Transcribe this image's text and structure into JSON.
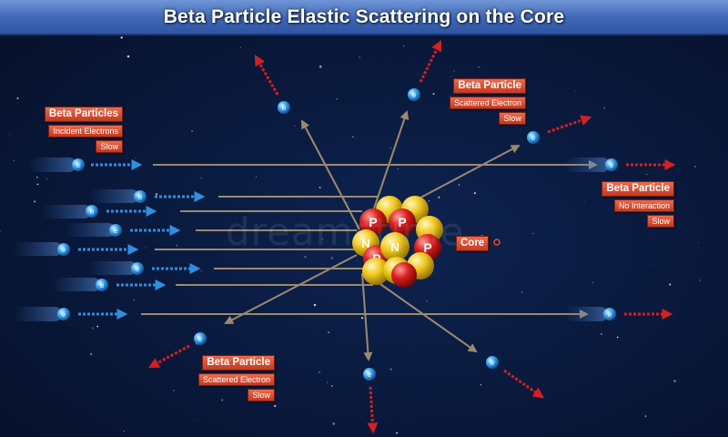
{
  "title": "Beta Particle Elastic Scattering on the Core",
  "watermark": "dreamstime",
  "labels": {
    "incident": {
      "title": "Beta Particles",
      "line1": "Incident Electrons",
      "line2": "Slow"
    },
    "scattered_top": {
      "title": "Beta Particle",
      "line1": "Scattered Electron",
      "line2": "Slow"
    },
    "no_interaction": {
      "title": "Beta Particle",
      "line1": "No Interaction",
      "line2": "Slow"
    },
    "scattered_bottom": {
      "title": "Beta Particle",
      "line1": "Scattered Electron",
      "line2": "Slow"
    },
    "core": "Core"
  },
  "particles": {
    "electron_symbol": "e",
    "proton_symbol": "P",
    "neutron_symbol": "N"
  },
  "colors": {
    "background": "#0a1a3e",
    "title_bar": "#4a70bf",
    "path_line": "#9a8a6e",
    "incoming_arrow": "#2f8fe0",
    "outgoing_arrow": "#d42020",
    "proton": "#d81e1e",
    "neutron": "#f0c81e",
    "electron": "#3aa6f0",
    "label_box": "#d9492d"
  }
}
